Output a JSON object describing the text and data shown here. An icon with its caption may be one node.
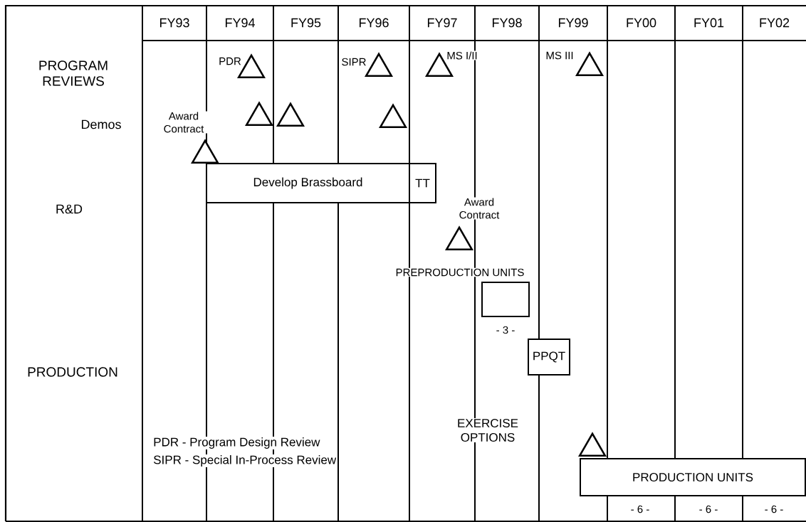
{
  "diagram": {
    "nodes": [
      {
        "text": [],
        "shape": "triangle",
        "beside": [
          "PDR"
        ]
      },
      {
        "text": [],
        "shape": "triangle",
        "beside": [
          "SIPR"
        ]
      },
      {
        "text": [],
        "shape": "triangle",
        "beside": [
          "MS I/II"
        ]
      },
      {
        "text": [],
        "shape": "triangle",
        "beside": [
          "MS III"
        ]
      },
      {
        "text": [],
        "shape": "triangle"
      },
      {
        "text": [],
        "shape": "triangle"
      },
      {
        "text": [],
        "shape": "triangle"
      },
      {
        "text": [],
        "shape": "triangle",
        "beside": [
          "Award Contract"
        ]
      },
      {
        "text": [
          "Develop Brassboard"
        ]
      },
      {
        "text": [
          "TT"
        ]
      },
      {
        "text": [],
        "shape": "triangle",
        "beside": [
          "Award Contract"
        ]
      },
      {
        "text": [],
        "shape": "box",
        "beside": [
          "PREPRODUCTION UNITS",
          "- 3 -"
        ]
      },
      {
        "text": [
          "PPQT"
        ]
      },
      {
        "text": [],
        "shape": "triangle"
      },
      {
        "text": [
          "PRODUCTION UNITS"
        ]
      }
    ],
    "labels": [
      "FY93",
      "FY94",
      "FY95",
      "FY96",
      "FY97",
      "FY98",
      "FY99",
      "FY00",
      "FY01",
      "FY02",
      "PROGRAM REVIEWS",
      "Demos",
      "R&D",
      "PRODUCTION",
      "EXERCISE OPTIONS",
      "PDR - Program Design Review",
      "SIPR - Special In-Process Review",
      "- 6 -",
      "- 6 -",
      "- 6 -"
    ]
  }
}
